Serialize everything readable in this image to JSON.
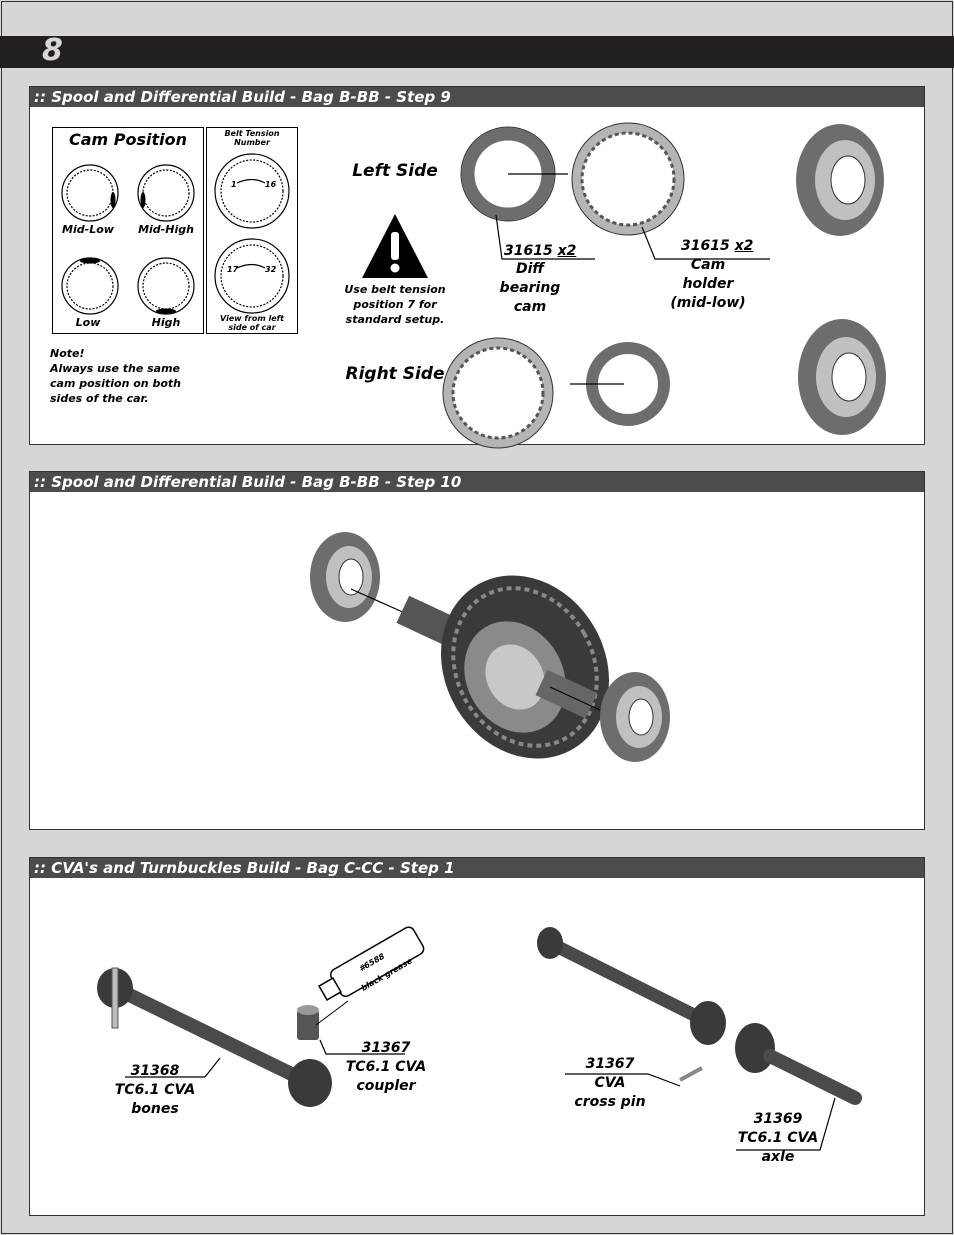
{
  "page_number": "8",
  "step9": {
    "title": ":: Spool and Differential Build - Bag B-BB - Step 9",
    "cam_title": "Cam Position",
    "cam_labels": [
      "Mid-Low",
      "Mid-High",
      "Low",
      "High"
    ],
    "belt_title": "Belt Tension Number",
    "belt_nums": [
      "1",
      "16",
      "17",
      "32"
    ],
    "belt_footer": "View from left side of car",
    "note_title": "Note!",
    "note_lines": [
      "Always use the same",
      "cam position on both",
      "sides of the car."
    ],
    "warning_lines": [
      "Use belt tension",
      "position 7 for",
      "standard setup."
    ],
    "left_side": "Left Side",
    "right_side": "Right Side",
    "part1": {
      "number": "31615",
      "qty": "x2",
      "lines": [
        "Diff",
        "bearing",
        "cam"
      ]
    },
    "part2": {
      "number": "31615",
      "qty": "x2",
      "lines": [
        "Cam",
        "holder",
        "(mid-low)"
      ]
    }
  },
  "step10": {
    "title": ":: Spool and Differential Build - Bag B-BB - Step 10"
  },
  "step1": {
    "title": ":: CVA's and Turnbuckles Build - Bag C-CC - Step 1",
    "grease": [
      "#6588",
      "black grease"
    ],
    "bones": {
      "number": "31368",
      "lines": [
        "TC6.1 CVA",
        "bones"
      ]
    },
    "coupler": {
      "number": "31367",
      "lines": [
        "TC6.1 CVA",
        "coupler"
      ]
    },
    "pin": {
      "number": "31367",
      "lines": [
        "CVA",
        "cross pin"
      ]
    },
    "axle": {
      "number": "31369",
      "lines": [
        "TC6.1 CVA",
        "axle"
      ]
    }
  }
}
